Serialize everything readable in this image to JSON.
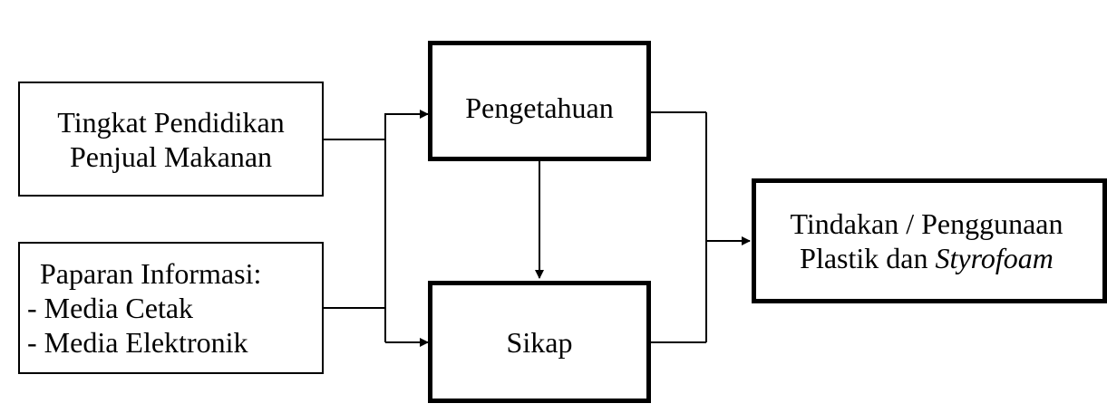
{
  "boxes": {
    "education": {
      "line1": "Tingkat Pendidikan",
      "line2": "Penjual Makanan"
    },
    "exposure": {
      "line1": "Paparan Informasi:",
      "line2": "- Media Cetak",
      "line3": "- Media Elektronik"
    },
    "knowledge": {
      "label": "Pengetahuan"
    },
    "attitude": {
      "label": "Sikap"
    },
    "action": {
      "line1": "Tindakan / Penggunaan",
      "line2_prefix": "Plastik dan ",
      "line2_italic": "Styrofoam"
    }
  },
  "colors": {
    "stroke": "#000000",
    "background": "#ffffff"
  }
}
